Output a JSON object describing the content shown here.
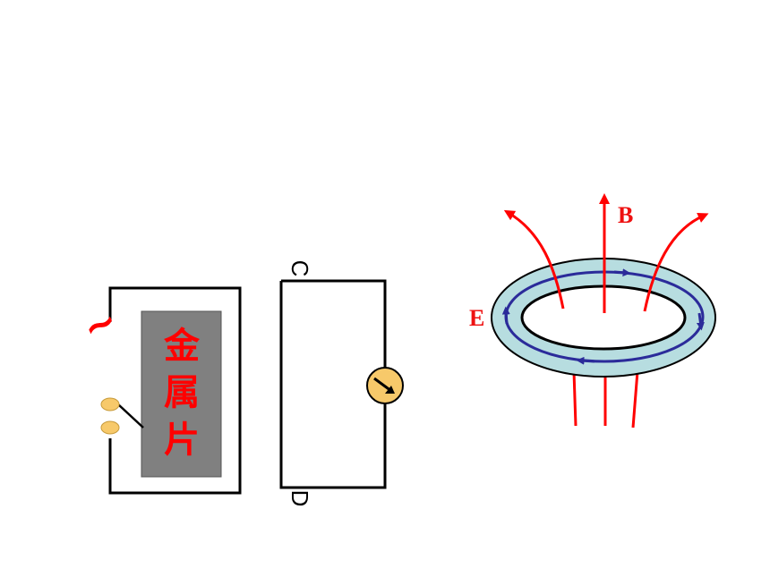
{
  "left_circuit": {
    "ac_symbol": "~",
    "plate_label": [
      "金",
      "属",
      "片"
    ]
  },
  "middle_circuit": {
    "top_label": "C",
    "bottom_label": "D"
  },
  "ring": {
    "b_label": "B",
    "e_label": "E"
  },
  "colors": {
    "wire": "#000000",
    "plate": "#808080",
    "plate_text": "#ff0000",
    "terminal": "#f7c96a",
    "meter": "#f7c96a",
    "ring": "#b7dde0",
    "field_lines": "#ff0000",
    "e_loop": "#2b2b9a"
  }
}
